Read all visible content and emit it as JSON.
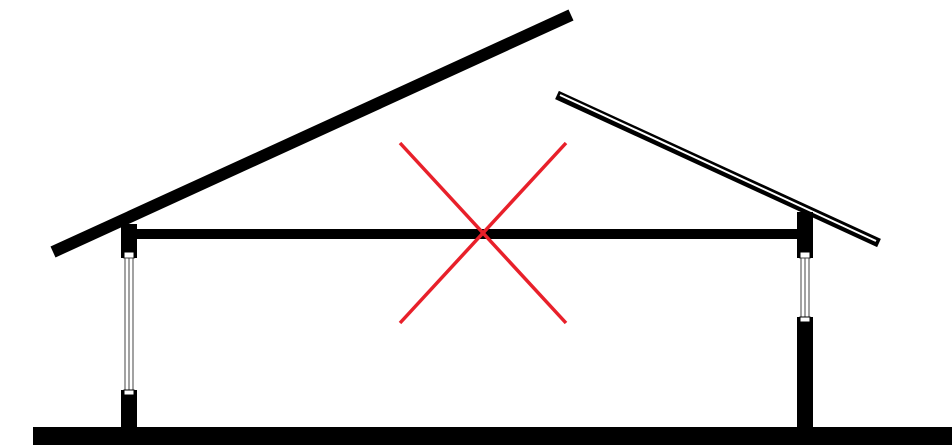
{
  "diagram": {
    "subject": "building-section",
    "colors": {
      "structure": "#000000",
      "glazing_fill": "#ffffff",
      "glazing_frame": "#555555",
      "cross_mark": "#e8202a",
      "background": "#ffffff"
    },
    "elements": {
      "left_roof": "roof-slab",
      "right_roof": "roof-slab-open",
      "tie_beam": "horizontal-beam",
      "ground": "ground-slab",
      "left_posts": "wall-post",
      "right_posts": "wall-post",
      "windows": "glazing-strip",
      "cross": "rejection-mark"
    }
  }
}
